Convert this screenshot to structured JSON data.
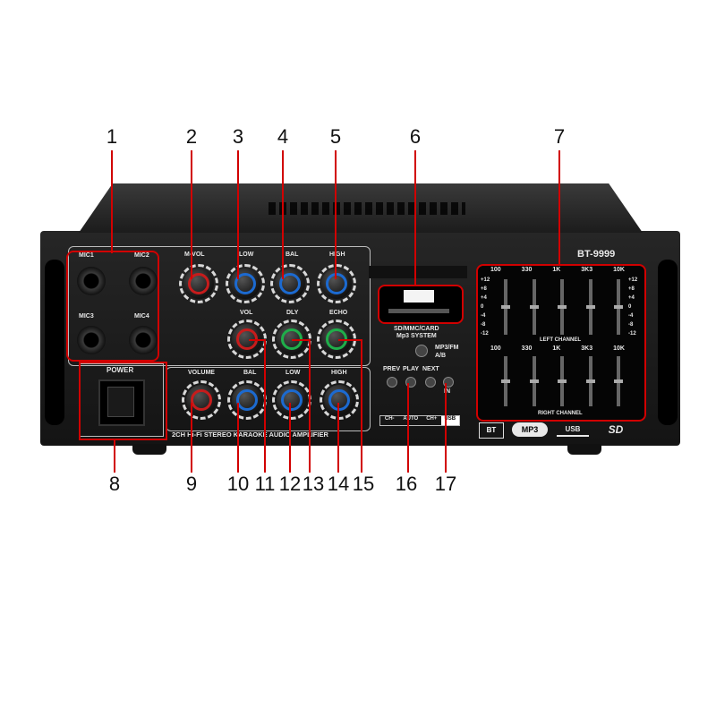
{
  "callouts": [
    "1",
    "2",
    "3",
    "4",
    "5",
    "6",
    "7",
    "8",
    "9",
    "10",
    "11",
    "12",
    "13",
    "14",
    "15",
    "16",
    "17"
  ],
  "colors": {
    "callout_line": "#d10000",
    "chassis": "#1b1b1b",
    "panel": "#0c0c0c",
    "text": "#e8e8e8"
  },
  "panel": {
    "model": "BT-9999",
    "mic_labels": [
      "MIC1",
      "MIC2",
      "MIC3",
      "MIC4"
    ],
    "top_knobs": [
      "M-VOL",
      "LOW",
      "BAL",
      "HIGH"
    ],
    "echo_knobs": [
      "VOL",
      "DLY",
      "ECHO"
    ],
    "power_label": "POWER",
    "music_knobs": [
      "VOLUME",
      "BAL",
      "LOW",
      "HIGH"
    ],
    "footer": "2CH Hi-Fi STEREO KARAOKE AUDIO AMPLIFIER",
    "sd_label_1": "SD/MMC/CARD",
    "sd_label_2": "Mp3 SYSTEM",
    "mode_1": "MP3/FM",
    "mode_2": "A/B",
    "transport": [
      "PREV",
      "PLAY",
      "NEXT"
    ],
    "in_label": "IN",
    "channel_bar": [
      "CH-",
      "AUTO",
      "CH+",
      "USB"
    ],
    "eq_freqs": [
      "100",
      "330",
      "1K",
      "3K3",
      "10K"
    ],
    "eq_scale_left": [
      "+12",
      "+8",
      "+4",
      "0",
      "-4",
      "-8",
      "-12"
    ],
    "eq_scale_right": [
      "+12",
      "+8",
      "+4",
      "0",
      "-4",
      "-8",
      "-12"
    ],
    "left_channel": "LEFT CHANNEL",
    "right_channel": "RIGHT CHANNEL",
    "logos": [
      "BT",
      "MP3",
      "USB",
      "SD"
    ]
  }
}
